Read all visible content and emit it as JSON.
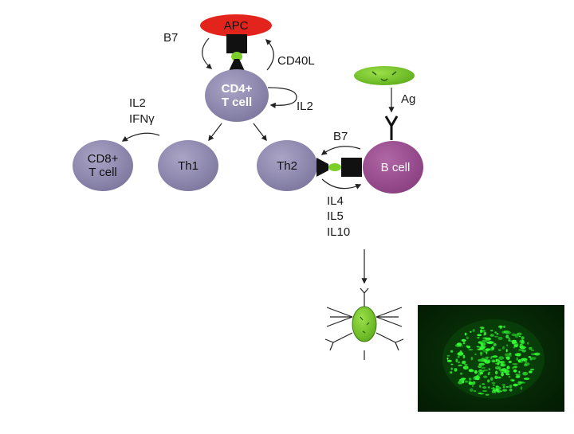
{
  "nodes": {
    "apc": "APC",
    "cd4": "CD4+\nT cell",
    "cd8": "CD8+\nT cell",
    "th1": "Th1",
    "th2": "Th2",
    "bcell": "B cell"
  },
  "labels": {
    "b7_top": "B7",
    "cd40l": "CD40L",
    "il2_self": "IL2",
    "il2": "IL2",
    "ifn": "IFNγ",
    "ag": "Ag",
    "b7_bcell": "B7",
    "il4": "IL4",
    "il5": "IL5",
    "il10": "IL10"
  },
  "colors": {
    "apc": "#e3241c",
    "tcell": "#8e88ad",
    "bcell": "#9b4f91",
    "antigen": "#7ccf2a",
    "receptor": "#111111",
    "fluorescence": "#33ff33"
  },
  "icons": {
    "micrograph": "glomerulus-immunofluorescence-image",
    "target": "target-cell-with-antibodies-icon"
  }
}
